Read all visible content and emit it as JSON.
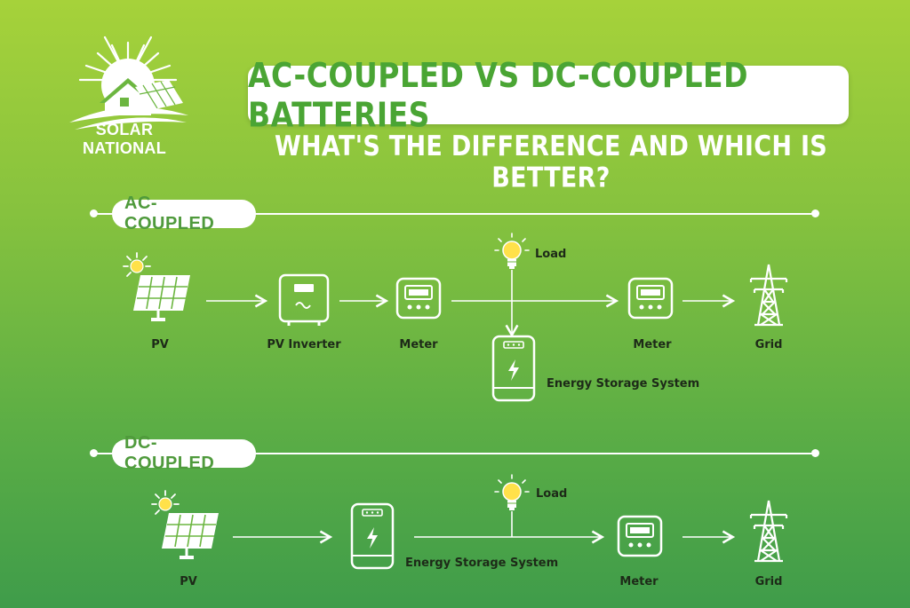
{
  "brand": {
    "name": "SOLAR NATIONAL"
  },
  "header": {
    "title": "AC-COUPLED VS DC-COUPLED BATTERIES",
    "subtitle": "WHAT'S THE DIFFERENCE AND WHICH IS BETTER?"
  },
  "ac": {
    "heading": "AC-COUPLED",
    "pv": "PV",
    "inverter": "PV Inverter",
    "meter1": "Meter",
    "load": "Load",
    "storage": "Energy Storage System",
    "meter2": "Meter",
    "grid": "Grid"
  },
  "dc": {
    "heading": "DC-COUPLED",
    "pv": "PV",
    "storage": "Energy Storage System",
    "load": "Load",
    "meter": "Meter",
    "grid": "Grid"
  },
  "colors": {
    "accent": "#4aa534",
    "background_top": "#a6d23a",
    "background_bottom": "#3f9c4a"
  },
  "icons": [
    "solar-panel-icon",
    "inverter-icon",
    "meter-icon",
    "lightbulb-icon",
    "battery-icon",
    "power-tower-icon",
    "sun-house-logo"
  ]
}
